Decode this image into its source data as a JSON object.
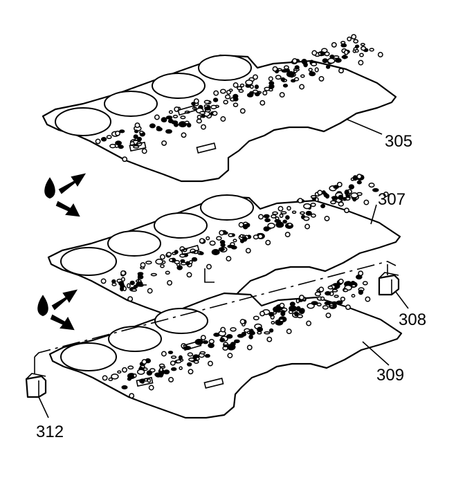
{
  "callouts": {
    "c305": "305",
    "c307": "307",
    "c308": "308",
    "c309": "309",
    "c312": "312"
  },
  "icons": {
    "fluid_flow": "fluid-drop-with-arrows-icon"
  }
}
